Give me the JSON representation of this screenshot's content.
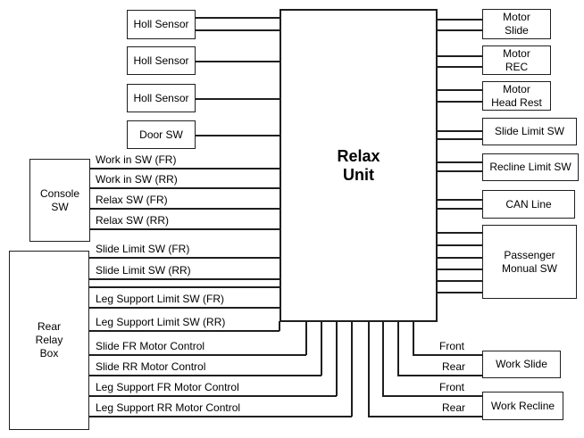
{
  "colors": {
    "background": "#ffffff",
    "line": "#1f1f1f",
    "text": "#000000"
  },
  "relax_unit": {
    "label": "Relax\nUnit"
  },
  "sensors": {
    "holl_sensor_1": "Holl Sensor",
    "holl_sensor_2": "Holl Sensor",
    "holl_sensor_3": "Holl Sensor",
    "door_sw": "Door SW"
  },
  "console_sw": {
    "label": "Console\nSW",
    "signals": [
      "Work in SW (FR)",
      "Work in SW (RR)",
      "Relax SW (FR)",
      "Relax SW (RR)"
    ]
  },
  "rear_relay_box": {
    "label": "Rear\nRelay\nBox",
    "signals": [
      "Slide Limit SW (FR)",
      "Slide Limit SW (RR)",
      "Leg Support Limit SW (FR)",
      "Leg Support Limit SW (RR)",
      "Slide FR Motor Control",
      "Slide RR Motor Control",
      "Leg Support FR Motor Control",
      "Leg Support RR Motor Control"
    ]
  },
  "right_units": {
    "motor_slide": "Motor\nSlide",
    "motor_rec": "Motor\nREC",
    "motor_head_rest": "Motor\nHead Rest",
    "slide_limit_sw": "Slide Limit SW",
    "recline_limit_sw": "Recline Limit SW",
    "can_line": "CAN Line",
    "passenger_monual_sw": "Passenger\nMonual SW",
    "work_slide": "Work Slide",
    "work_recline": "Work Recline"
  },
  "direction_labels": [
    "Front",
    "Rear",
    "Front",
    "Rear"
  ]
}
